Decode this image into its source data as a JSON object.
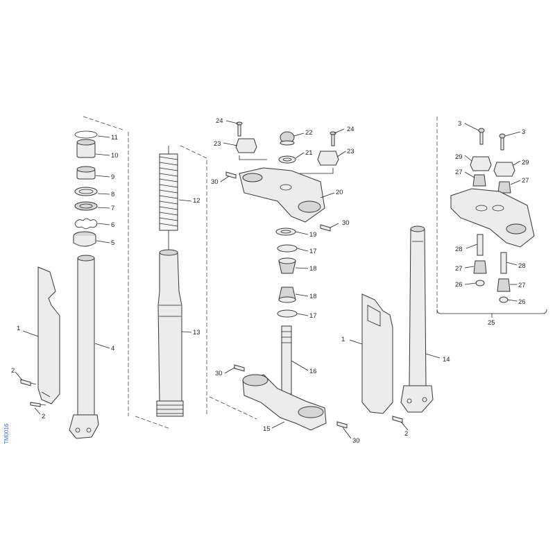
{
  "drawing_code": "TM0016",
  "callouts": {
    "c1a": "1",
    "c2a": "2",
    "c2b": "2",
    "c4": "4",
    "c5": "5",
    "c6": "6",
    "c7": "7",
    "c8": "8",
    "c9": "9",
    "c10": "10",
    "c11": "11",
    "c12": "12",
    "c13": "13",
    "c24a": "24",
    "c23a": "23",
    "c22": "22",
    "c21": "21",
    "c24b": "24",
    "c23b": "23",
    "c30a": "30",
    "c20": "20",
    "c30b": "30",
    "c19": "19",
    "c17a": "17",
    "c18a": "18",
    "c18b": "18",
    "c17b": "17",
    "c16": "16",
    "c30c": "30",
    "c15": "15",
    "c30d": "30",
    "c1b": "1",
    "c14": "14",
    "c2c": "2",
    "c3a": "3",
    "c3b": "3",
    "c29a": "29",
    "c29b": "29",
    "c27a": "27",
    "c27b": "27",
    "c28a": "28",
    "c28b": "28",
    "c27c": "27",
    "c27d": "27",
    "c26a": "26",
    "c26b": "26",
    "c25": "25"
  },
  "colors": {
    "part_fill": "#ececec",
    "line": "#222222",
    "code_blue": "#3a6fc4"
  }
}
